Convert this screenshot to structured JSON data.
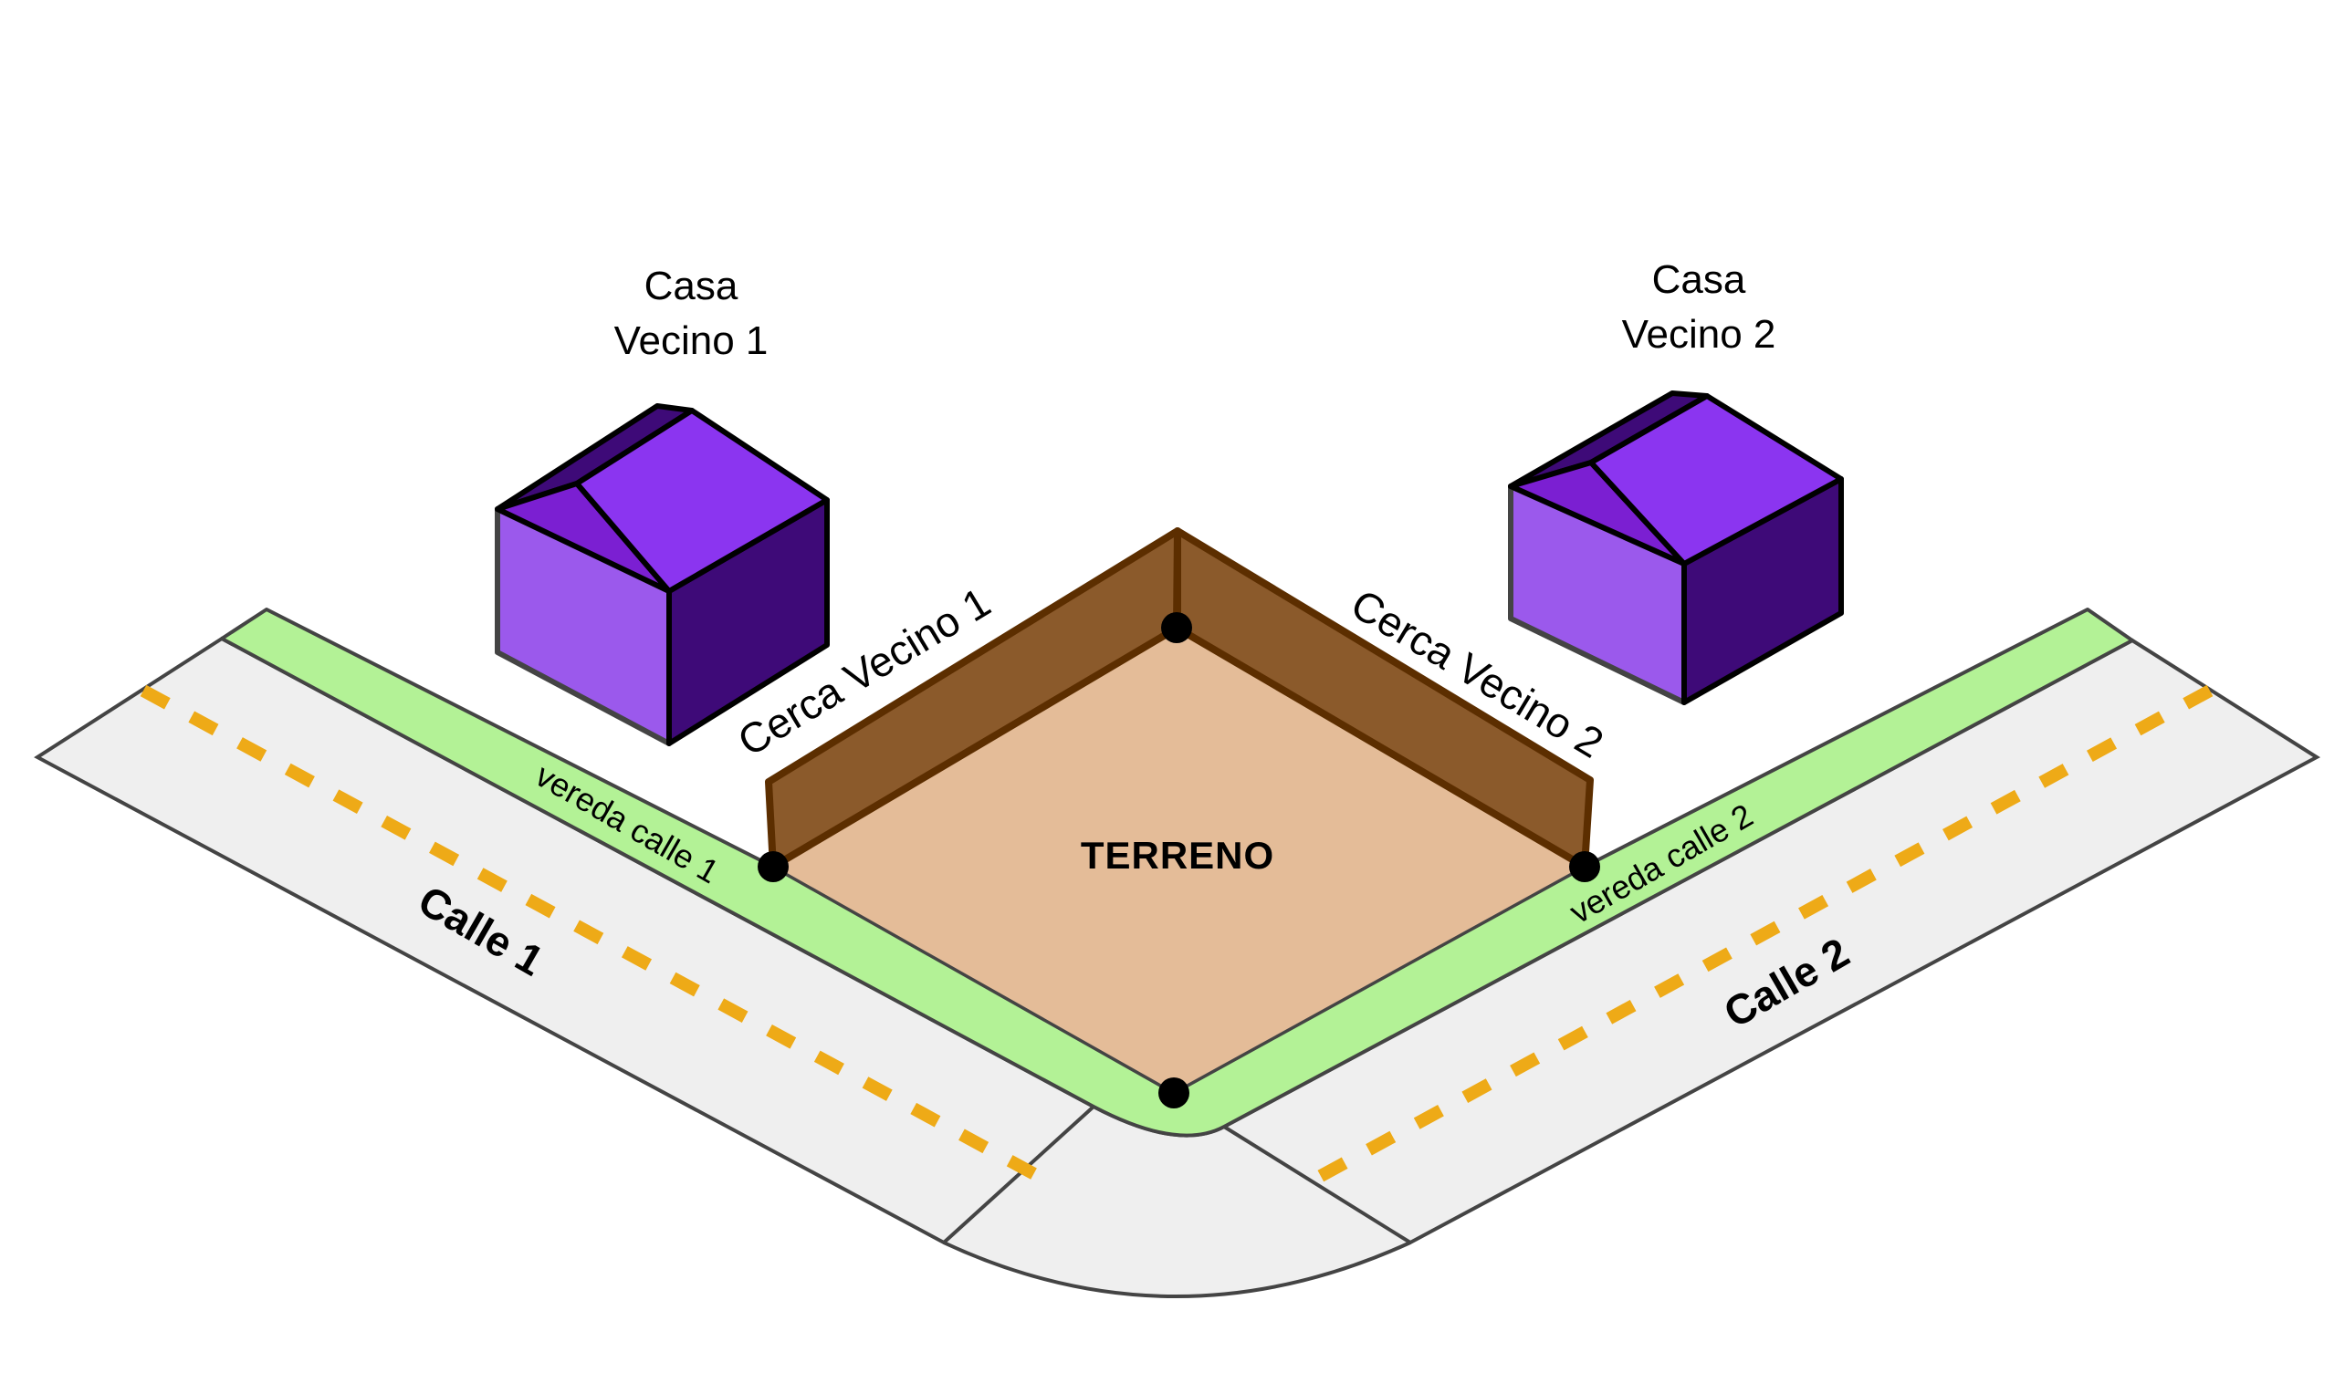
{
  "diagram": {
    "type": "isometric-site-plan",
    "colors": {
      "background": "#ffffff",
      "street": "#efefef",
      "street_outline": "#444444",
      "sidewalk": "#b3f296",
      "center_line": "#eeaa17",
      "lot": "#e4bc98",
      "fence": "#8b5a2b",
      "fence_outline": "#5c2e00",
      "house_front": "#9b59ec",
      "house_side": "#3e0a78",
      "house_roof": "#8b35f0",
      "house_roof_gable": "#7b1fd2",
      "marker": "#000000"
    },
    "lot": {
      "label": "TERRENO",
      "corner_markers": 4
    },
    "houses": [
      {
        "id": "house-neighbor-1",
        "label_line1": "Casa",
        "label_line2": "Vecino 1"
      },
      {
        "id": "house-neighbor-2",
        "label_line1": "Casa",
        "label_line2": "Vecino 2"
      }
    ],
    "fences": [
      {
        "id": "fence-neighbor-1",
        "label": "Cerca Vecino 1"
      },
      {
        "id": "fence-neighbor-2",
        "label": "Cerca Vecino 2"
      }
    ],
    "sidewalks": [
      {
        "id": "sidewalk-street-1",
        "label": "vereda calle 1"
      },
      {
        "id": "sidewalk-street-2",
        "label": "vereda calle 2"
      }
    ],
    "streets": [
      {
        "id": "street-1",
        "label": "Calle 1"
      },
      {
        "id": "street-2",
        "label": "Calle 2"
      }
    ]
  }
}
